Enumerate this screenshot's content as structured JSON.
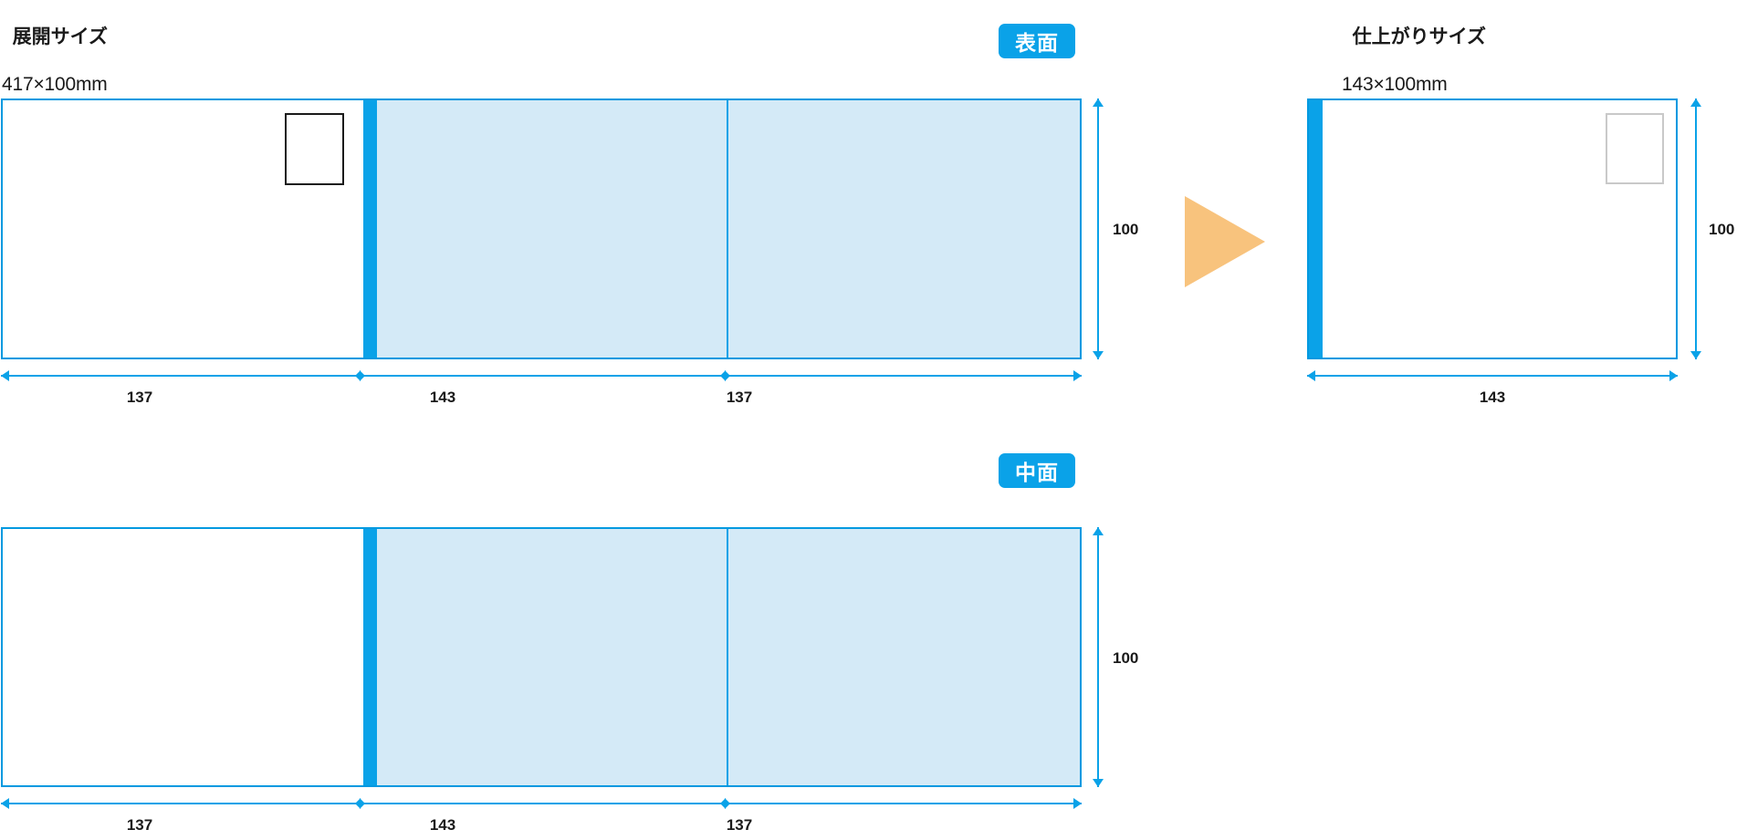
{
  "diagram": {
    "type": "print-layout-spec",
    "unit": "mm",
    "accent_blue": "#0aa2e8",
    "border_blue": "#0099e0",
    "fill_light_blue": "#d4eaf7",
    "arrow_orange": "#f8c37d",
    "stamp_dark": "#1a1a1a",
    "stamp_light": "#c9c9c9"
  },
  "left": {
    "caption_title": "展開サイズ",
    "caption_value": "417×100mm",
    "badges": {
      "front": "表面",
      "inside": "中面"
    },
    "panels": [
      {
        "name": "front",
        "badge": "表面",
        "has_stamp_box": true,
        "stamp_box_style": "dark",
        "widths": [
          "137",
          "143",
          "137"
        ],
        "height": "100"
      },
      {
        "name": "inside",
        "badge": "中面",
        "has_stamp_box": false,
        "widths": [
          "137",
          "143",
          "137"
        ],
        "height": "100"
      }
    ],
    "dims_horizontal": [
      "137",
      "143",
      "137"
    ],
    "dim_vertical": "100"
  },
  "right": {
    "caption_title": "仕上がりサイズ",
    "caption_value": "143×100mm",
    "panel": {
      "name": "finished",
      "has_stamp_box": true,
      "stamp_box_style": "light",
      "width": "143",
      "height": "100"
    },
    "dim_horizontal": "143",
    "dim_vertical": "100"
  },
  "icons": {
    "transform_arrow": "triangle-right-icon",
    "fold_bar": "fold-bar-icon",
    "fold_line": "fold-line-icon",
    "stamp_box": "stamp-box-icon"
  }
}
